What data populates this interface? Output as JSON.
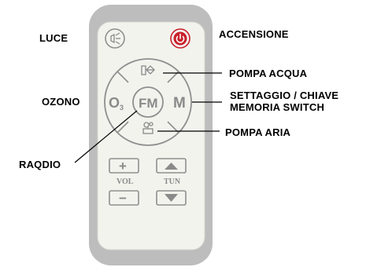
{
  "labels": {
    "luce": "LUCE",
    "accensione": "ACCENSIONE",
    "pompa_acqua": "POMPA ACQUA",
    "ozono": "OZONO",
    "settaggio_line1": "SETTAGGIO / CHIAVE",
    "settaggio_line2": "MEMORIA SWITCH",
    "pompa_aria": "POMPA ARIA",
    "radio": "RAQDIO"
  },
  "remote": {
    "ozone_button": "O",
    "ozone_subscript": "3",
    "fm_button": "FM",
    "m_button": "M",
    "plus_button": "+",
    "minus_button": "−",
    "vol_caption": "VOL",
    "tun_caption": "TUN"
  },
  "icons": {
    "light": "lightbulb-icon",
    "power": "power-icon",
    "water_pump": "water-pump-icon",
    "air_pump": "air-pump-icon",
    "up": "triangle-up-icon",
    "down": "triangle-down-icon"
  },
  "colors": {
    "remote_body": "#bdbdbd",
    "remote_face": "#f3f3ee",
    "button_stroke": "#8f8f8f",
    "power_red": "#c8202a"
  }
}
